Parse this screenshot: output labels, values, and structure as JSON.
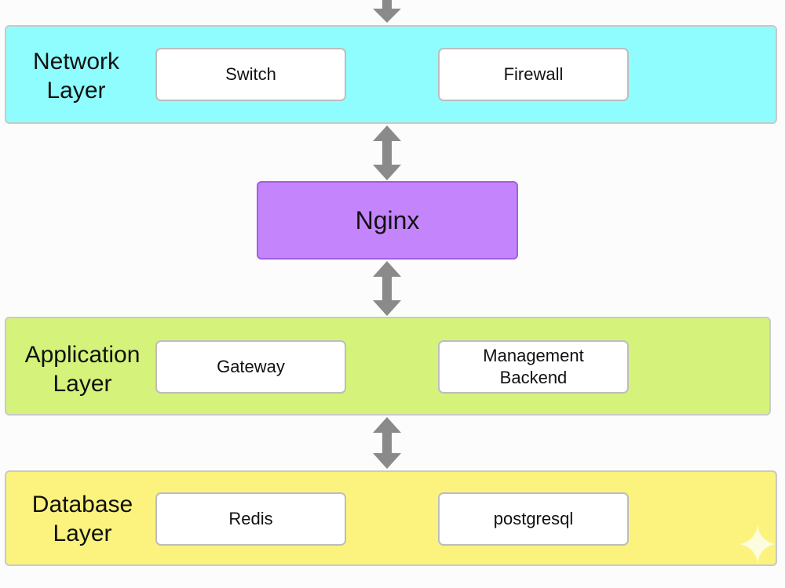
{
  "layers": {
    "network": {
      "label": "Network\nLayer",
      "components": [
        "Switch",
        "Firewall"
      ]
    },
    "application": {
      "label": "Application\nLayer",
      "components": [
        "Gateway",
        "Management\nBackend"
      ]
    },
    "database": {
      "label": "Database\nLayer",
      "components": [
        "Redis",
        "postgresql"
      ]
    }
  },
  "nginx": {
    "label": "Nginx"
  },
  "colors": {
    "network_layer": "#8ffdfd",
    "application_layer": "#d5f37a",
    "database_layer": "#fbf37e",
    "nginx": "#c484fc",
    "arrow": "#8a8a8a",
    "component_box": "#ffffff"
  },
  "connectors": [
    "top-incoming-arrow",
    "bidirectional-arrow",
    "bidirectional-arrow",
    "bidirectional-arrow"
  ]
}
